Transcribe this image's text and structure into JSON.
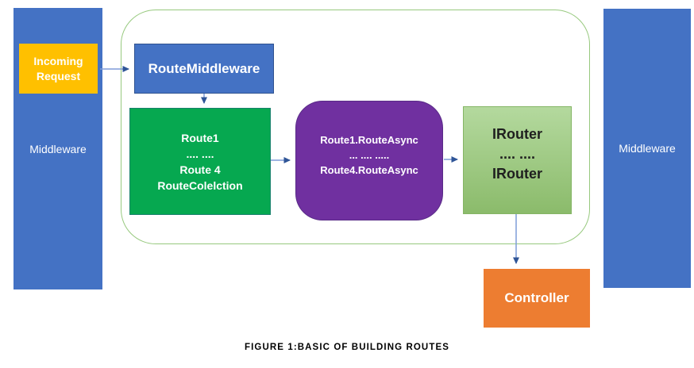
{
  "figure": {
    "caption": "FIGURE 1:BASIC OF BUILDING ROUTES"
  },
  "nodes": {
    "left_middleware": {
      "label": "Middleware"
    },
    "incoming_request": {
      "lines": [
        "Incoming",
        "Request"
      ]
    },
    "route_middleware": {
      "label": "RouteMiddleware"
    },
    "route_collection": {
      "lines": [
        "Route1",
        ".... ....",
        "Route 4",
        "RouteColelction"
      ]
    },
    "route_async": {
      "lines": [
        "Route1.RouteAsync",
        "... .... .....",
        "Route4.RouteAsync"
      ]
    },
    "irouter": {
      "lines": [
        "IRouter",
        ".... ....",
        "IRouter"
      ]
    },
    "controller": {
      "label": "Controller"
    },
    "right_middleware": {
      "label": "Middleware"
    }
  },
  "edges": [
    {
      "from": "incoming_request",
      "to": "route_middleware",
      "direction": "right"
    },
    {
      "from": "route_middleware",
      "to": "route_collection",
      "direction": "down"
    },
    {
      "from": "route_collection",
      "to": "route_async",
      "direction": "right"
    },
    {
      "from": "route_async",
      "to": "irouter",
      "direction": "right"
    },
    {
      "from": "irouter",
      "to": "controller",
      "direction": "down"
    }
  ],
  "colors": {
    "blue": "#4472C4",
    "blue_border": "#2F528F",
    "yellow": "#FFC000",
    "green": "#06A850",
    "purple": "#7030A0",
    "light_green_top": "#B4D99E",
    "light_green_bottom": "#8BBB6B",
    "orange": "#ED7D31",
    "container_border": "#97C97E",
    "arrow": "#7E9CD8",
    "arrow_head": "#2F5597",
    "text_dark": "#1F1F1F"
  }
}
